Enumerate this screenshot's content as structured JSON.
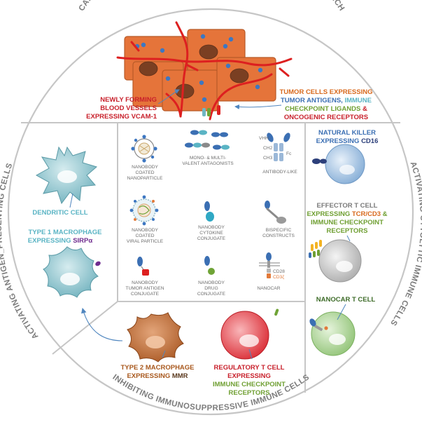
{
  "arc_titles": {
    "top": "CANCER CELLS: ONCOGENIC SIGNALING, DELIVERING A LETHAL PUNCH",
    "left": "ACTIVATING ANTIGEN_PRESENTING CELLS",
    "right": "ACTIVATING CYTOLYTIC IMMUNE CELLS",
    "bottom": "INHIBITING IMMUNOSUPPRESSIVE IMMUNE CELLS"
  },
  "top_labels": {
    "vessels": [
      "NEWLY FORMING",
      "BLOOD VESSELS",
      "EXPRESSING VCAM-1"
    ],
    "tumor_line1": "TUMOR CELLS EXPRESSING",
    "tumor_line2a": "TUMOR ANTIGENS,",
    "tumor_line2b": "IMMUNE",
    "tumor_line3a": "CHECKPOINT LIGANDS",
    "tumor_line3b": "&",
    "tumor_line4": "ONCOGENIC RECEPTORS"
  },
  "center_formats": {
    "nanoparticle": [
      "NANOBODY",
      "COATED",
      "NANOPARTICLE"
    ],
    "antagonists": [
      "MONO- & MULTI-",
      "VALENT ANTAGONISTS"
    ],
    "antibody_like": "ANTIBODY-LIKE",
    "viral": [
      "NANOBODY",
      "COATED",
      "VIRAL PARTICLE"
    ],
    "cytokine": [
      "NANOBODY",
      "CYTOKINE",
      "CONJUGATE"
    ],
    "bispecific": [
      "BISPECIFIC",
      "CONSTRUCTS"
    ],
    "tumor_antigen": [
      "NANOBODY",
      "TUMOR ANTIGEN",
      "CONJUGATE"
    ],
    "drug": [
      "NANOBODY",
      "DRUG",
      "CONJUGATE"
    ],
    "nanocar": "NANOCAR",
    "antibody_parts": {
      "vhh": "VHH",
      "ch2": "CH2",
      "ch3": "CH3",
      "fc": "Fc"
    },
    "car_parts": {
      "cd28": "CD28",
      "cd3": "CD3ζ"
    }
  },
  "left_labels": {
    "dendritic": "DENDRITIC CELL",
    "macrophage1_line1": "TYPE 1 MACROPHAGE",
    "macrophage1_line2": "EXPRESSING",
    "macrophage1_marker": "SIRPα"
  },
  "right_labels": {
    "nk_line1": "NATURAL KILLER",
    "nk_line2": "EXPRESSING",
    "nk_marker": "CD16",
    "effector_line1": "EFFECTOR T CELL",
    "effector_line2": "EXPRESSING",
    "effector_marker": "TCR/CD3",
    "effector_amp": "&",
    "effector_line3": "IMMUNE CHECKPOINT",
    "effector_line4": "RECEPTORS",
    "nanocar_t": "NANOCAR T CELL"
  },
  "bottom_labels": {
    "macrophage2_line1": "TYPE 2 MACROPHAGE",
    "macrophage2_line2": "EXPRESSING",
    "macrophage2_marker": "MMR",
    "treg_line1": "REGULATORY T CELL",
    "treg_line2": "EXPRESSING",
    "treg_line3": "IMMUNE CHECKPOINT",
    "treg_line4": "RECEPTORS"
  },
  "colors": {
    "tumor": "#e5743a",
    "vessel": "#dd2020",
    "dendritic": "#6fb6c3",
    "macrophage2": "#b9652e",
    "treg": "#e0353e",
    "nk": "#90b6dc",
    "effector": "#bdbdbd",
    "nanocar_t": "#9fcf86",
    "label_red": "#c8202b",
    "label_orange": "#d8691d",
    "label_blue": "#3b6fb3",
    "label_green": "#6f9f32",
    "label_teal": "#5ab4c4",
    "label_brown": "#a8581d",
    "label_navy": "#2c3f7a",
    "label_purple": "#6f2c8f",
    "label_darkgreen": "#3d6b28"
  }
}
